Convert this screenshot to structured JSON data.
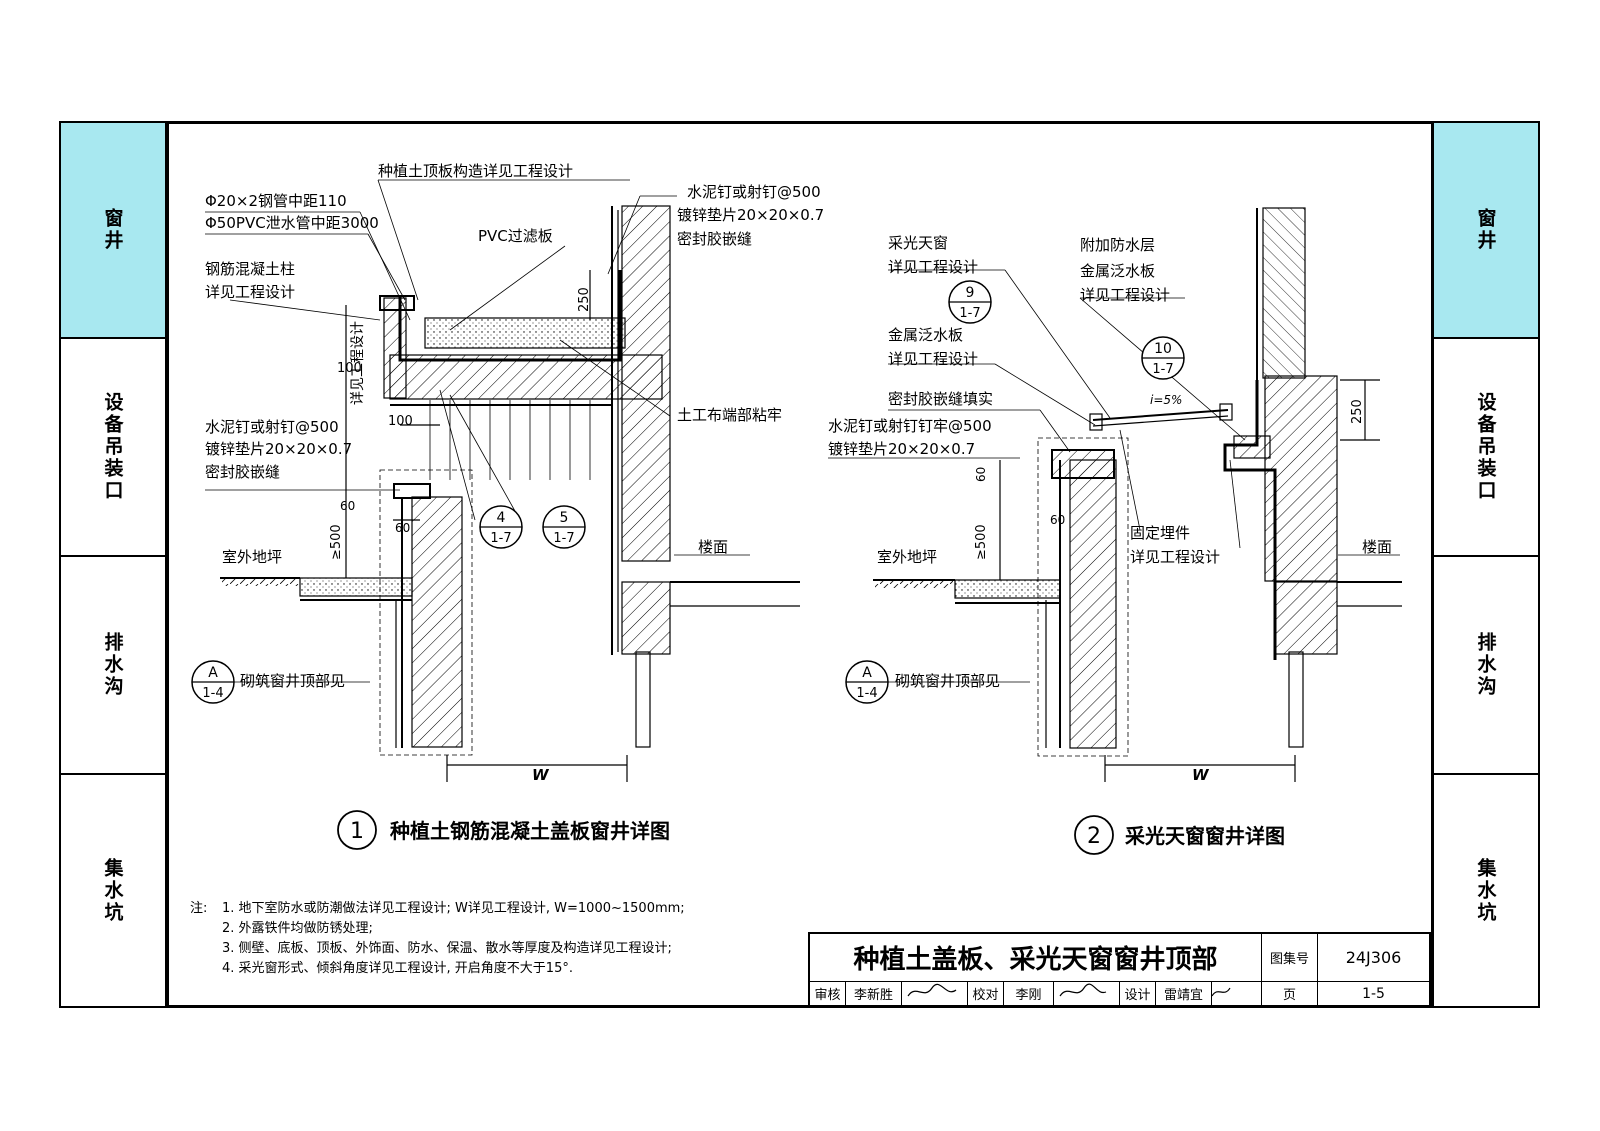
{
  "side_tabs": {
    "left": [
      "窗井",
      "设备吊装口",
      "排水沟",
      "集水坑"
    ],
    "right": [
      "窗井",
      "设备吊装口",
      "排水沟",
      "集水坑"
    ]
  },
  "detail1": {
    "number": "1",
    "title": "种植土钢筋混凝土盖板窗井详图",
    "labels": {
      "top_slab": "种植土顶板构造详见工程设计",
      "steel_pipe": "Φ20×2钢管中距110",
      "pvc_pipe": "Φ50PVC泄水管中距3000",
      "rc_column": "钢筋混凝土柱",
      "rc_column2": "详见工程设计",
      "pvc_filter": "PVC过滤板",
      "nail_r1": "水泥钉或射钉@500",
      "washer_r1": "镀锌垫片20×20×0.7",
      "sealant_r1": "密封胶嵌缝",
      "geotextile": "土工布端部粘牢",
      "nail_l": "水泥钉或射钉@500",
      "washer_l": "镀锌垫片20×20×0.7",
      "sealant_l": "密封胶嵌缝",
      "design_vertical": "详见工程设计",
      "ground": "室外地坪",
      "floor": "楼面",
      "masonry": "砌筑窗井顶部见",
      "width": "W",
      "dim_250": "250",
      "dim_100a": "100",
      "dim_100b": "100",
      "dim_60a": "60",
      "dim_60b": "60",
      "dim_500": "≥500"
    },
    "refs": [
      {
        "num": "4",
        "page": "1-7"
      },
      {
        "num": "5",
        "page": "1-7"
      },
      {
        "num": "A",
        "page": "1-4"
      }
    ]
  },
  "detail2": {
    "number": "2",
    "title": "采光天窗窗井详图",
    "labels": {
      "skylight": "采光天窗",
      "skylight2": "详见工程设计",
      "add_waterproof": "附加防水层",
      "metal_flash_r": "金属泛水板",
      "metal_flash_r2": "详见工程设计",
      "metal_flash_l": "金属泛水板",
      "metal_flash_l2": "详见工程设计",
      "sealant_fill": "密封胶嵌缝填实",
      "nail": "水泥钉或射钉钉牢@500",
      "washer": "镀锌垫片20×20×0.7",
      "embed": "固定埋件",
      "embed2": "详见工程设计",
      "slope": "i=5%",
      "ground": "室外地坪",
      "floor": "楼面",
      "masonry": "砌筑窗井顶部见",
      "width": "W",
      "dim_250": "250",
      "dim_60a": "60",
      "dim_60b": "60",
      "dim_500": "≥500"
    },
    "refs": [
      {
        "num": "9",
        "page": "1-7"
      },
      {
        "num": "10",
        "page": "1-7"
      },
      {
        "num": "A",
        "page": "1-4"
      }
    ]
  },
  "notes": {
    "prefix": "注:",
    "items": [
      "1. 地下室防水或防潮做法详见工程设计; W详见工程设计, W=1000~1500mm;",
      "2. 外露铁件均做防锈处理;",
      "3. 侧壁、底板、顶板、外饰面、防水、保温、散水等厚度及构造详见工程设计;",
      "4. 采光窗形式、倾斜角度详见工程设计, 开启角度不大于15°."
    ]
  },
  "title_block": {
    "title": "种植土盖板、采光天窗窗井顶部",
    "atlas_label": "图集号",
    "atlas_no": "24J306",
    "page_label": "页",
    "page_no": "1-5",
    "review_label": "审核",
    "reviewer": "李新胜",
    "check_label": "校对",
    "checker": "李刚",
    "design_label": "设计",
    "designer": "雷靖宜"
  },
  "colors": {
    "tab_active": "#a8e8f0",
    "line": "#000000"
  }
}
